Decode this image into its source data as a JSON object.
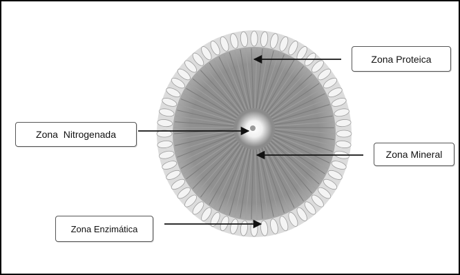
{
  "labels": {
    "proteica": "Zona Proteica",
    "nitrogenada": "Zona  Nitrogenada",
    "mineral": "Zona Mineral",
    "enzimatica": "Zona Enzimática"
  },
  "colors": {
    "disc_fill": "#8f8f8f",
    "disc_dark": "#6f6f6f",
    "rim_light": "#e4e4e4",
    "center_glow": "#ececec",
    "arrow": "#111111"
  }
}
